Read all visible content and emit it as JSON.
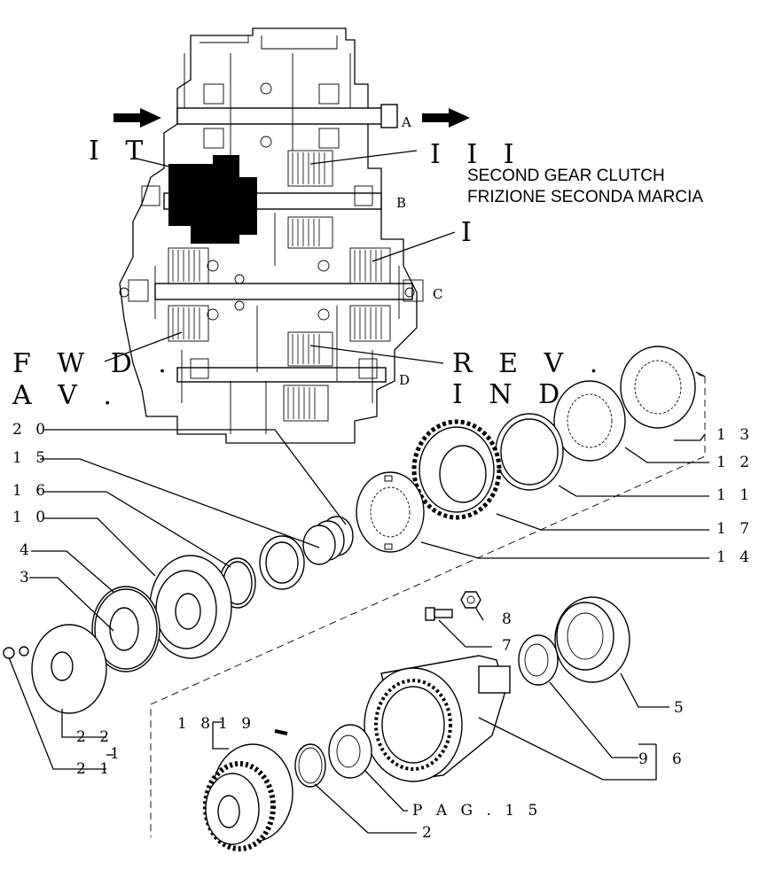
{
  "captions": {
    "line1": "SECOND GEAR CLUTCH",
    "line2": "FRIZIONE SECONDA MARCIA"
  },
  "section_labels": {
    "it": "I T",
    "iii": "I I I",
    "i": "I",
    "fwd": "F W D .",
    "av": "A V .",
    "rev": "R E V .",
    "ind": "I N D ."
  },
  "shafts": {
    "a": "A",
    "b": "B",
    "c": "C",
    "d": "D"
  },
  "callouts": {
    "c20": "2 0",
    "c15": "1 5",
    "c16": "1 6",
    "c10": "1 0",
    "c4": "4",
    "c3": "3",
    "c22": "2 2",
    "c21": "2 1",
    "c1": "1",
    "c13": "1 3",
    "c12": "1 2",
    "c11": "1 1",
    "c17": "1 7",
    "c14": "1 4",
    "c8": "8",
    "c7": "7",
    "c5": "5",
    "c9": "9",
    "c6": "6",
    "c18": "1 8",
    "c19": "1 9",
    "c2": "2",
    "pag": "P A G . 1 5"
  }
}
